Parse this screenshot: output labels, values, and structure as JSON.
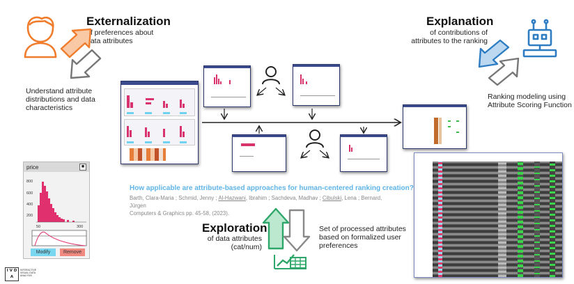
{
  "externalization": {
    "title": "Externalization",
    "subtitle_line1": "of preferences about",
    "subtitle_line2": "data attributes"
  },
  "explanation": {
    "title": "Explanation",
    "subtitle_line1": "of contributions of",
    "subtitle_line2": "attributes to the ranking"
  },
  "exploration": {
    "title": "Exploration",
    "subtitle_line1": "of data attributes",
    "subtitle_line2": "(cat/num)"
  },
  "notes": {
    "understand_line1": "Understand attribute",
    "understand_line2": "distributions and data",
    "understand_line3": "characteristics",
    "ranking_line1": "Ranking modeling using",
    "ranking_line2": "Attribute Scoring Function",
    "processed_line1": "Set of processed attributes",
    "processed_line2": "based on formalized user",
    "processed_line3": "preferences"
  },
  "paper": {
    "title": "How applicable are attribute-based approaches for human-centered ranking creation?",
    "authors_a": "Barth, Clara-Maria ; Schmid, Jenny ; ",
    "author_hazwani": "Al-Hazwani",
    "authors_b": ", Ibrahim ; Sachdeva, Madhav ; ",
    "author_cibulski": "Cibulski",
    "authors_c": ", Lena ; Bernard, Jürgen",
    "venue": "Computers & Graphics pp. 45-58, (2023)."
  },
  "price_widget": {
    "label": "price",
    "y_ticks": [
      "800",
      "600",
      "400",
      "200"
    ],
    "x_tick_start": "50",
    "x_tick_end": "300",
    "modify_label": "Modify",
    "remove_label": "Remove"
  },
  "logo": {
    "letters": "I V D A",
    "text": "INTERACTIVE VISUAL DATA ANALYSIS"
  },
  "colors": {
    "orange": "#f07c2c",
    "blue": "#2e7dc3",
    "green": "#2fa76a",
    "pink": "#d8336c",
    "navy": "#2a3768",
    "cyan_button": "#7ad7f0",
    "red_button": "#f08a80"
  },
  "icons": {
    "user": "person-outline-icon",
    "robot": "robot-icon",
    "chart": "growth-chart-icon"
  }
}
